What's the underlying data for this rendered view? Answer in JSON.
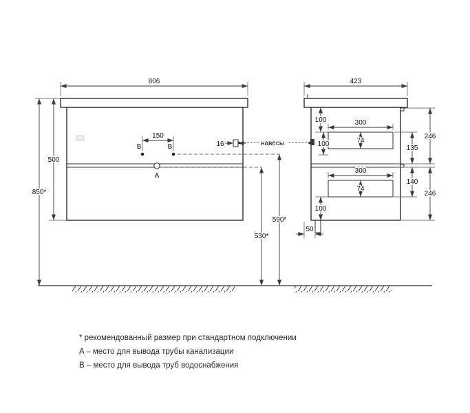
{
  "front": {
    "width": "806",
    "height": "500",
    "mount_height": "850*",
    "b_spacing": "150",
    "b_left": "B",
    "b_right": "B",
    "a_label": "A",
    "hanger_offset": "16",
    "b_floor_height": "590*",
    "a_floor_height": "530*"
  },
  "side": {
    "depth": "423",
    "hangers": "навесы",
    "top_clearance": "100",
    "mid_clearance": "100",
    "bottom_clearance": "100",
    "top_drawer_width": "300",
    "top_drawer_front": "74",
    "top_drawer_height": "135",
    "top_section": "246",
    "bottom_drawer_width": "300",
    "bottom_drawer_front": "74",
    "bottom_drawer_height": "140",
    "bottom_section": "246",
    "wall_pipe_offset": "50"
  },
  "footnotes": {
    "recommended": "* рекомендованный размер при стандартном подключении",
    "a": "A – место для вывода трубы канализации",
    "b": "B – место для вывода труб водоснабжения"
  }
}
